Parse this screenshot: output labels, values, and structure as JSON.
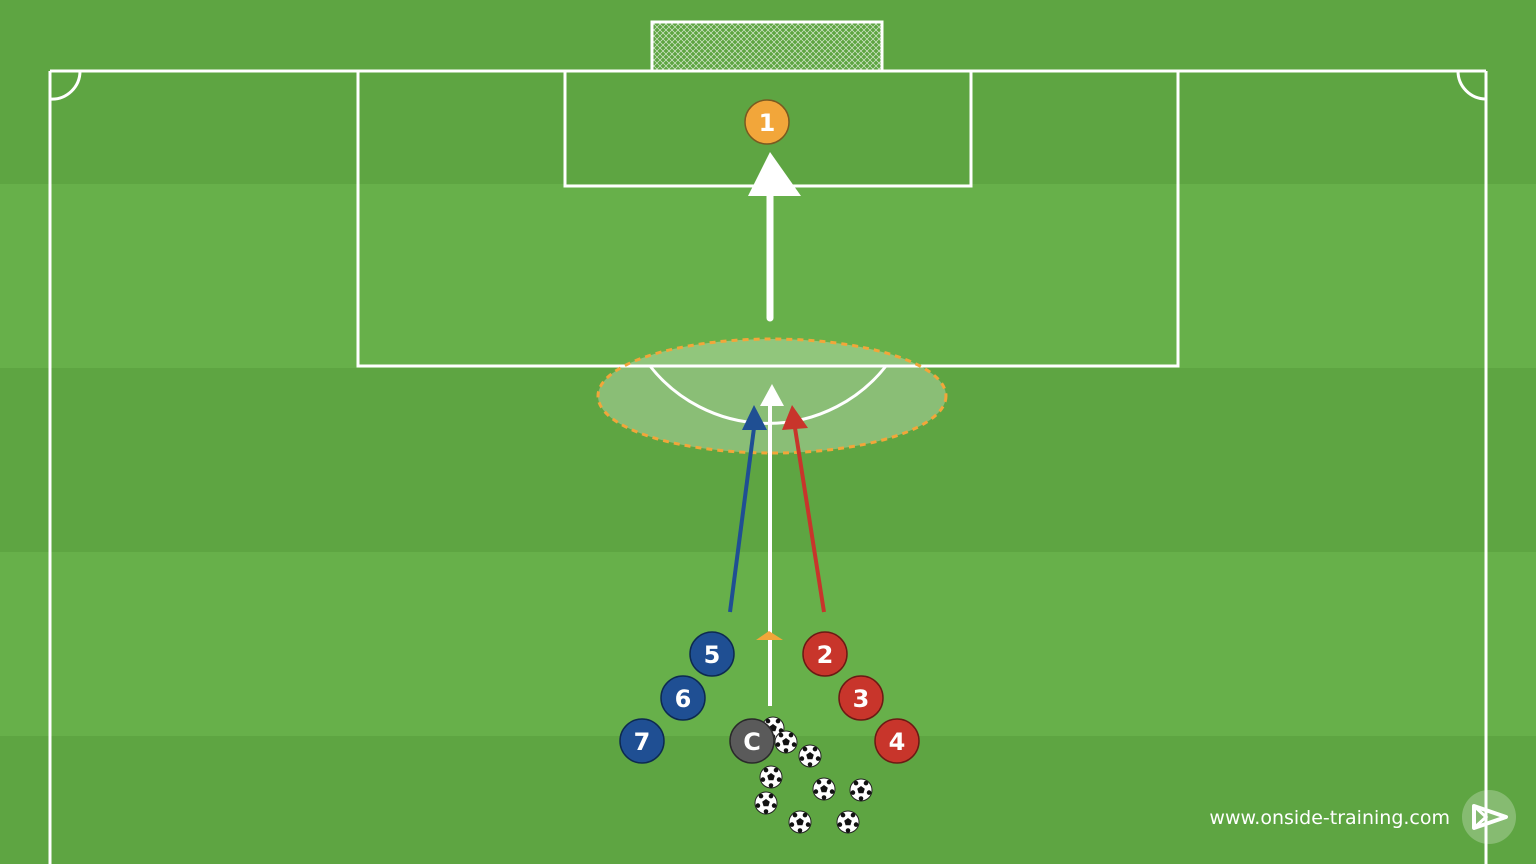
{
  "diagram": {
    "goalkeeper": {
      "label": "1",
      "color": "#f2a63a"
    },
    "blue_team": {
      "color": "#1f4f93",
      "players": [
        "5",
        "6",
        "7"
      ]
    },
    "red_team": {
      "color": "#c8352b",
      "players": [
        "2",
        "3",
        "4"
      ]
    },
    "coach": {
      "label": "C",
      "color": "#5a5a5a"
    },
    "zone_color": "#f2a63a",
    "cone_color": "#f2a63a",
    "arrow_colors": {
      "shot": "#ffffff",
      "blue_run": "#1f4f93",
      "red_run": "#c8352b"
    },
    "balls": 9
  },
  "footer": {
    "website": "www.onside-training.com",
    "logo_icon": "onside-logo-icon"
  }
}
